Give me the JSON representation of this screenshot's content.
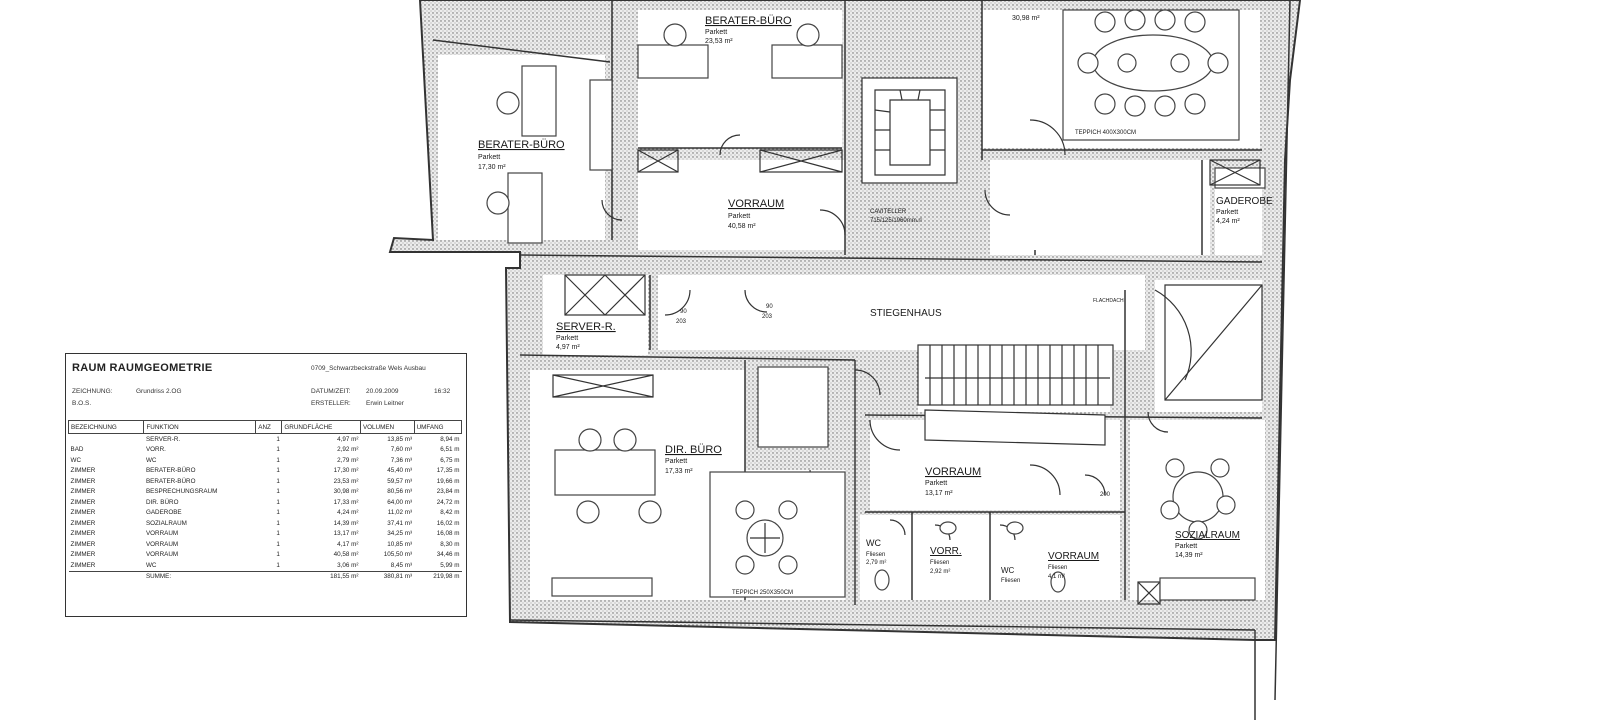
{
  "rooms": [
    {
      "id": "berater-buero-1",
      "name": "BERATER-BÜRO",
      "floor": "Parkett",
      "area": "23,53 m²"
    },
    {
      "id": "berater-buero-2",
      "name": "BERATER-BÜRO",
      "floor": "Parkett",
      "area": "17,30 m²"
    },
    {
      "id": "besprechung",
      "name": "",
      "floor": "",
      "area": "30,98 m²"
    },
    {
      "id": "vorraum-1",
      "name": "VORRAUM",
      "floor": "Parkett",
      "area": "40,58 m²"
    },
    {
      "id": "gaderobe",
      "name": "GADEROBE",
      "floor": "Parkett",
      "area": "4,24 m²"
    },
    {
      "id": "server",
      "name": "SERVER-R.",
      "floor": "Parkett",
      "area": "4,97 m²"
    },
    {
      "id": "stiegenhaus",
      "name": "STIEGENHAUS",
      "floor": "",
      "area": ""
    },
    {
      "id": "dir-buero",
      "name": "DIR. BÜRO",
      "floor": "Parkett",
      "area": "17,33 m²"
    },
    {
      "id": "vorraum-2",
      "name": "VORRAUM",
      "floor": "Parkett",
      "area": "13,17 m²"
    },
    {
      "id": "sozialraum",
      "name": "SOZIALRAUM",
      "floor": "Parkett",
      "area": "14,39 m²"
    },
    {
      "id": "wc-1",
      "name": "WC",
      "floor": "Fliesen",
      "area": "2,79 m²"
    },
    {
      "id": "vorr",
      "name": "VORR.",
      "floor": "Fliesen",
      "area": "2,92 m²"
    },
    {
      "id": "wc-2",
      "name": "WC",
      "floor": "Fliesen",
      "area": ""
    },
    {
      "id": "vorraum-3",
      "name": "VORRAUM",
      "floor": "Fliesen",
      "area": "4,1 m²"
    }
  ],
  "annotations": {
    "teppich": "TEPPICH 400X300CM",
    "teppich2": "TEPPICH 250X350CM",
    "schacht": "CAVITELLER",
    "schacht_sub": "715/125/1960mm.rl",
    "door_30": "90",
    "door_203": "203",
    "door_200": "200",
    "flachdach": "FLACHDACH"
  },
  "legend": {
    "title": "RAUM RAUMGEOMETRIE",
    "project": "0709_Schwarzbeckstraße Wels Ausbau",
    "zeichnung_label": "ZEICHNUNG:",
    "zeichnung_value": "Grundriss 2.OG",
    "datum_label": "DATUM/ZEIT:",
    "datum_value": "20.09.2009",
    "zeit_value": "16:32",
    "ersteller_label": "ERSTELLER:",
    "ersteller_value": "Erwin Leitner",
    "bos_label": "B.O.S.",
    "columns": [
      "BEZEICHNUNG",
      "FUNKTION",
      "ANZ",
      "GRUNDFLÄCHE",
      "VOLUMEN",
      "UMFANG"
    ],
    "rows": [
      [
        "",
        "SERVER-R.",
        "1",
        "4,97 m²",
        "13,85 m³",
        "8,94 m"
      ],
      [
        "BAD",
        "VORR.",
        "1",
        "2,92 m²",
        "7,60 m³",
        "6,51 m"
      ],
      [
        "WC",
        "WC",
        "1",
        "2,79 m²",
        "7,36 m³",
        "6,75 m"
      ],
      [
        "ZIMMER",
        "BERATER-BÜRO",
        "1",
        "17,30 m²",
        "45,40 m³",
        "17,35 m"
      ],
      [
        "ZIMMER",
        "BERATER-BÜRO",
        "1",
        "23,53 m²",
        "59,57 m³",
        "19,66 m"
      ],
      [
        "ZIMMER",
        "BESPRECHUNGSRAUM",
        "1",
        "30,98 m²",
        "80,56 m³",
        "23,84 m"
      ],
      [
        "ZIMMER",
        "DIR. BÜRO",
        "1",
        "17,33 m²",
        "64,00 m³",
        "24,72 m"
      ],
      [
        "ZIMMER",
        "GADEROBE",
        "1",
        "4,24 m²",
        "11,02 m³",
        "8,42 m"
      ],
      [
        "ZIMMER",
        "SOZIALRAUM",
        "1",
        "14,39 m²",
        "37,41 m³",
        "16,02 m"
      ],
      [
        "ZIMMER",
        "VORRAUM",
        "1",
        "13,17 m²",
        "34,25 m³",
        "16,08 m"
      ],
      [
        "ZIMMER",
        "VORRAUM",
        "1",
        "4,17 m²",
        "10,85 m³",
        "8,30 m"
      ],
      [
        "ZIMMER",
        "VORRAUM",
        "1",
        "40,58 m²",
        "105,50 m³",
        "34,46 m"
      ],
      [
        "ZIMMER",
        "WC",
        "1",
        "3,06 m²",
        "8,45 m³",
        "5,99 m"
      ]
    ],
    "sum": [
      "",
      "SUMME:",
      "",
      "181,55 m²",
      "380,81 m³",
      "219,98 m"
    ]
  }
}
